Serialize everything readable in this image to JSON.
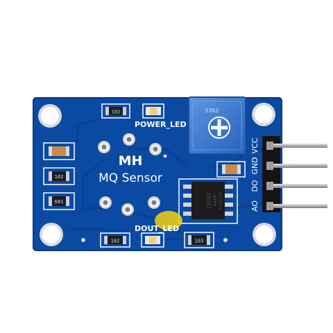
{
  "board": {
    "brand": "MH",
    "model": "MQ Sensor",
    "power_led_label": "POWER_LED",
    "dout_led_label": "DOUT_LED",
    "pin_labels": [
      "VCC",
      "GND",
      "DO",
      "AO"
    ],
    "ic_marking": [
      "LM393",
      "AAAA",
      "TH1610T"
    ],
    "potentiometer_marking": "3362",
    "resistor_codes": {
      "top_center": "102",
      "left_middle": "102",
      "left_bottom": "681",
      "bottom_center": "102",
      "bottom_right": "103"
    },
    "colors": {
      "pcb": "#0b4aa3",
      "trace": "#0a3f91",
      "silkscreen": "#ffffff",
      "potentiometer": "#3f7fd6",
      "header_pins": "#b9b9b9",
      "led_yellow": "#f4d10a"
    }
  }
}
